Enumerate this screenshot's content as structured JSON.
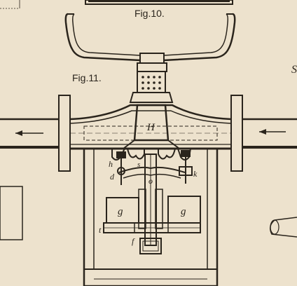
{
  "figures": {
    "fig10": "Fig.10.",
    "fig11": "Fig.11."
  },
  "labels": {
    "H": "H",
    "h": "h",
    "s": "s",
    "d": "d",
    "k": "k",
    "o": "o",
    "g_left": "g",
    "g_right": "g",
    "t": "t",
    "f": "f",
    "edge_letter": "S"
  },
  "colors": {
    "paper": "#ede2cd",
    "ink": "#2a241c"
  }
}
